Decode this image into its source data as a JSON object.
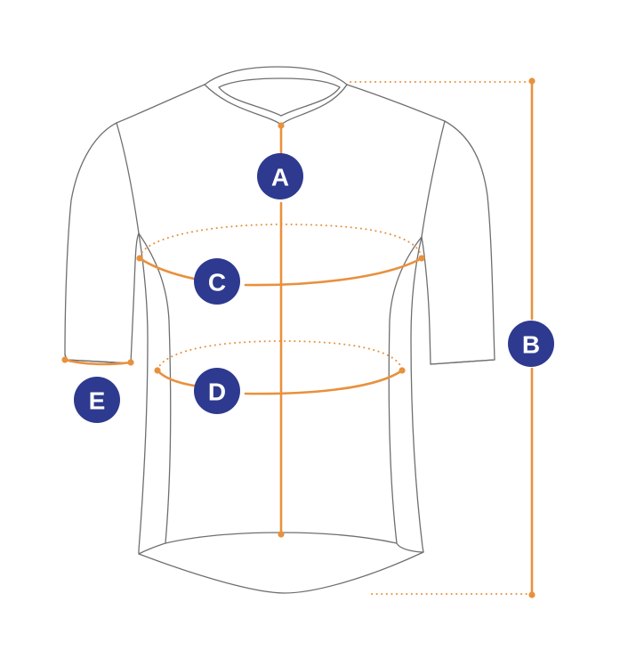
{
  "colors": {
    "badge": "#2e3a8f",
    "measure_line": "#e8913d",
    "garment_outline": "#6f6f6f"
  },
  "badges": {
    "a": "A",
    "b": "B",
    "c": "C",
    "d": "D",
    "e": "E"
  }
}
